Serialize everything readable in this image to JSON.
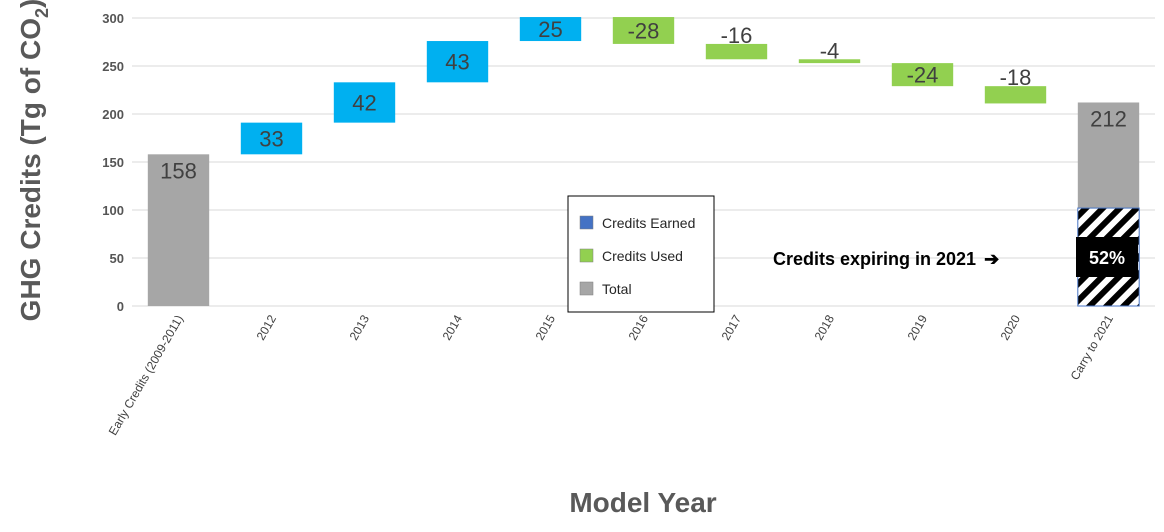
{
  "chart_data": {
    "type": "bar",
    "subtype": "waterfall",
    "xlabel": "Model Year",
    "ylabel": "GHG Credits (Tg of CO",
    "ylabel_sub": "2",
    "ylabel_end": ")",
    "ylim": [
      0,
      300
    ],
    "yticks": [
      0,
      50,
      100,
      150,
      200,
      250,
      300
    ],
    "grid": true,
    "categories": [
      "Early Credits (2009-2011)",
      "2012",
      "2013",
      "2014",
      "2015",
      "2016",
      "2017",
      "2018",
      "2019",
      "2020",
      "Carry to 2021"
    ],
    "bars": [
      {
        "category": "Early Credits (2009-2011)",
        "kind": "total",
        "start": 0,
        "end": 158,
        "label": "158"
      },
      {
        "category": "2012",
        "kind": "earned",
        "start": 158,
        "end": 191,
        "label": "33"
      },
      {
        "category": "2013",
        "kind": "earned",
        "start": 191,
        "end": 233,
        "label": "42"
      },
      {
        "category": "2014",
        "kind": "earned",
        "start": 233,
        "end": 276,
        "label": "43"
      },
      {
        "category": "2015",
        "kind": "earned",
        "start": 276,
        "end": 301,
        "label": "25"
      },
      {
        "category": "2016",
        "kind": "used",
        "start": 301,
        "end": 273,
        "label": "-28"
      },
      {
        "category": "2017",
        "kind": "used",
        "start": 273,
        "end": 257,
        "label": "-16"
      },
      {
        "category": "2018",
        "kind": "used",
        "start": 257,
        "end": 253,
        "label": "-4"
      },
      {
        "category": "2019",
        "kind": "used",
        "start": 253,
        "end": 229,
        "label": "-24"
      },
      {
        "category": "2020",
        "kind": "used",
        "start": 229,
        "end": 211,
        "label": "-18"
      },
      {
        "category": "Carry to 2021",
        "kind": "total",
        "start": 0,
        "end": 212,
        "label": "212"
      }
    ],
    "expiring": {
      "category": "Carry to 2021",
      "start": 0,
      "end": 102
    },
    "legend": {
      "position": "center",
      "entries": [
        {
          "kind": "earned",
          "label": "Credits Earned",
          "color": "#4472c4"
        },
        {
          "kind": "used",
          "label": "Credits Used",
          "color": "#92d050"
        },
        {
          "kind": "total",
          "label": "Total",
          "color": "#a6a6a6"
        }
      ]
    },
    "annotation": {
      "text": "Credits expiring in 2021",
      "arrow": "➔",
      "percent": "52%"
    },
    "colors": {
      "earned": "#00b0f0",
      "used": "#92d050",
      "total": "#a6a6a6",
      "grid": "#d9d9d9"
    }
  }
}
